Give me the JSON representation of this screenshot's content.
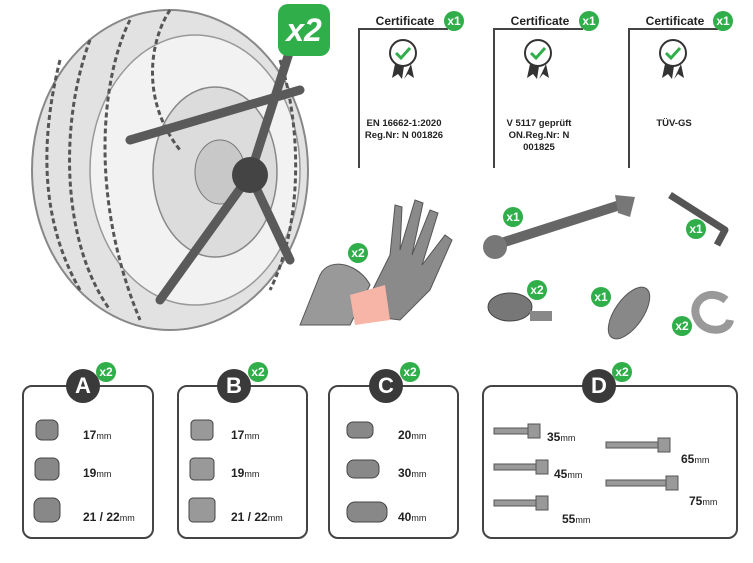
{
  "main_badge": "x2",
  "certificates": [
    {
      "title": "Certificate",
      "qty": "x1",
      "line1": "EN 16662-1:2020",
      "line2": "Reg.Nr: N 001826"
    },
    {
      "title": "Certificate",
      "qty": "x1",
      "line1": "V 5117 geprüft",
      "line2": "ON.Reg.Nr: N 001825"
    },
    {
      "title": "Certificate",
      "qty": "x1",
      "line1": "TÜV-GS",
      "line2": ""
    }
  ],
  "accessories": {
    "gloves_qty": "x2",
    "wrench_qty": "x1",
    "hex_key_qty": "x1",
    "tensioner_qty": "x2",
    "plate_qty": "x1",
    "clip_qty": "x2"
  },
  "panels": [
    {
      "letter": "A",
      "qty": "x2",
      "unit": "mm",
      "sizes": [
        "17",
        "19",
        "21 / 22"
      ]
    },
    {
      "letter": "B",
      "qty": "x2",
      "unit": "mm",
      "sizes": [
        "17",
        "19",
        "21 / 22"
      ]
    },
    {
      "letter": "C",
      "qty": "x2",
      "unit": "mm",
      "sizes": [
        "20",
        "30",
        "40"
      ]
    },
    {
      "letter": "D",
      "qty": "x2",
      "unit": "mm",
      "sizes": [
        "35",
        "45",
        "55",
        "65",
        "75"
      ]
    }
  ],
  "colors": {
    "accent": "#2fae4a",
    "dark": "#3a3a3a",
    "tire": "#d9d9d9",
    "metal": "#7a7a7a"
  }
}
